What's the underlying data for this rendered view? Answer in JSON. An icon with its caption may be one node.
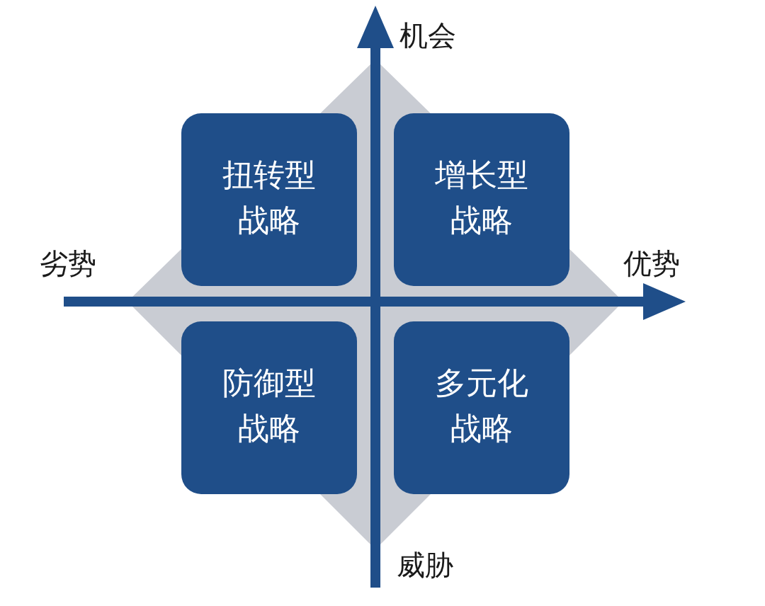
{
  "diagram": {
    "nodes": [
      {
        "text": [
          "扭转型战略"
        ]
      },
      {
        "text": [
          "增长型战略"
        ]
      },
      {
        "text": [
          "防御型战略"
        ]
      },
      {
        "text": [
          "多元化战略"
        ]
      }
    ],
    "labels": [
      "机会",
      "劣势",
      "优势",
      "威胁"
    ]
  }
}
